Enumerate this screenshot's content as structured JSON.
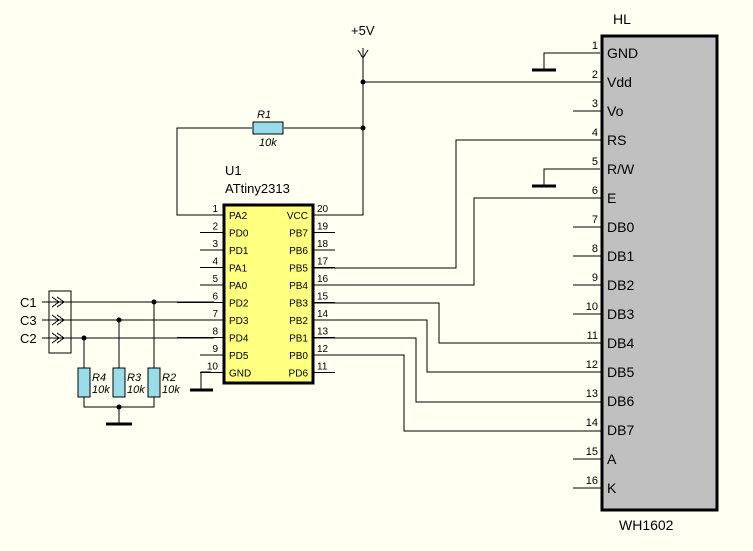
{
  "power": {
    "label": "+5V"
  },
  "r1": {
    "ref": "R1",
    "value": "10k"
  },
  "u1": {
    "ref": "U1",
    "part": "ATtiny2313",
    "left_pins": [
      {
        "num": "1",
        "name": "PA2"
      },
      {
        "num": "2",
        "name": "PD0"
      },
      {
        "num": "3",
        "name": "PD1"
      },
      {
        "num": "4",
        "name": "PA1"
      },
      {
        "num": "5",
        "name": "PA0"
      },
      {
        "num": "6",
        "name": "PD2"
      },
      {
        "num": "7",
        "name": "PD3"
      },
      {
        "num": "8",
        "name": "PD4"
      },
      {
        "num": "9",
        "name": "PD5"
      },
      {
        "num": "10",
        "name": "GND"
      }
    ],
    "right_pins": [
      {
        "num": "20",
        "name": "VCC"
      },
      {
        "num": "19",
        "name": "PB7"
      },
      {
        "num": "18",
        "name": "PB6"
      },
      {
        "num": "17",
        "name": "PB5"
      },
      {
        "num": "16",
        "name": "PB4"
      },
      {
        "num": "15",
        "name": "PB3"
      },
      {
        "num": "14",
        "name": "PB2"
      },
      {
        "num": "13",
        "name": "PB1"
      },
      {
        "num": "12",
        "name": "PB0"
      },
      {
        "num": "11",
        "name": "PD6"
      }
    ]
  },
  "inputs": [
    {
      "label": "C1"
    },
    {
      "label": "C3"
    },
    {
      "label": "C2"
    }
  ],
  "pulldowns": [
    {
      "ref": "R4",
      "value": "10k"
    },
    {
      "ref": "R3",
      "value": "10k"
    },
    {
      "ref": "R2",
      "value": "10k"
    }
  ],
  "lcd": {
    "ref": "HL",
    "part": "WH1602",
    "pins": [
      {
        "num": "1",
        "name": "GND"
      },
      {
        "num": "2",
        "name": "Vdd"
      },
      {
        "num": "3",
        "name": "Vo"
      },
      {
        "num": "4",
        "name": "RS"
      },
      {
        "num": "5",
        "name": "R/W"
      },
      {
        "num": "6",
        "name": "E"
      },
      {
        "num": "7",
        "name": "DB0"
      },
      {
        "num": "8",
        "name": "DB1"
      },
      {
        "num": "9",
        "name": "DB2"
      },
      {
        "num": "10",
        "name": "DB3"
      },
      {
        "num": "11",
        "name": "DB4"
      },
      {
        "num": "12",
        "name": "DB5"
      },
      {
        "num": "13",
        "name": "DB6"
      },
      {
        "num": "14",
        "name": "DB7"
      },
      {
        "num": "15",
        "name": "A"
      },
      {
        "num": "16",
        "name": "K"
      }
    ]
  }
}
